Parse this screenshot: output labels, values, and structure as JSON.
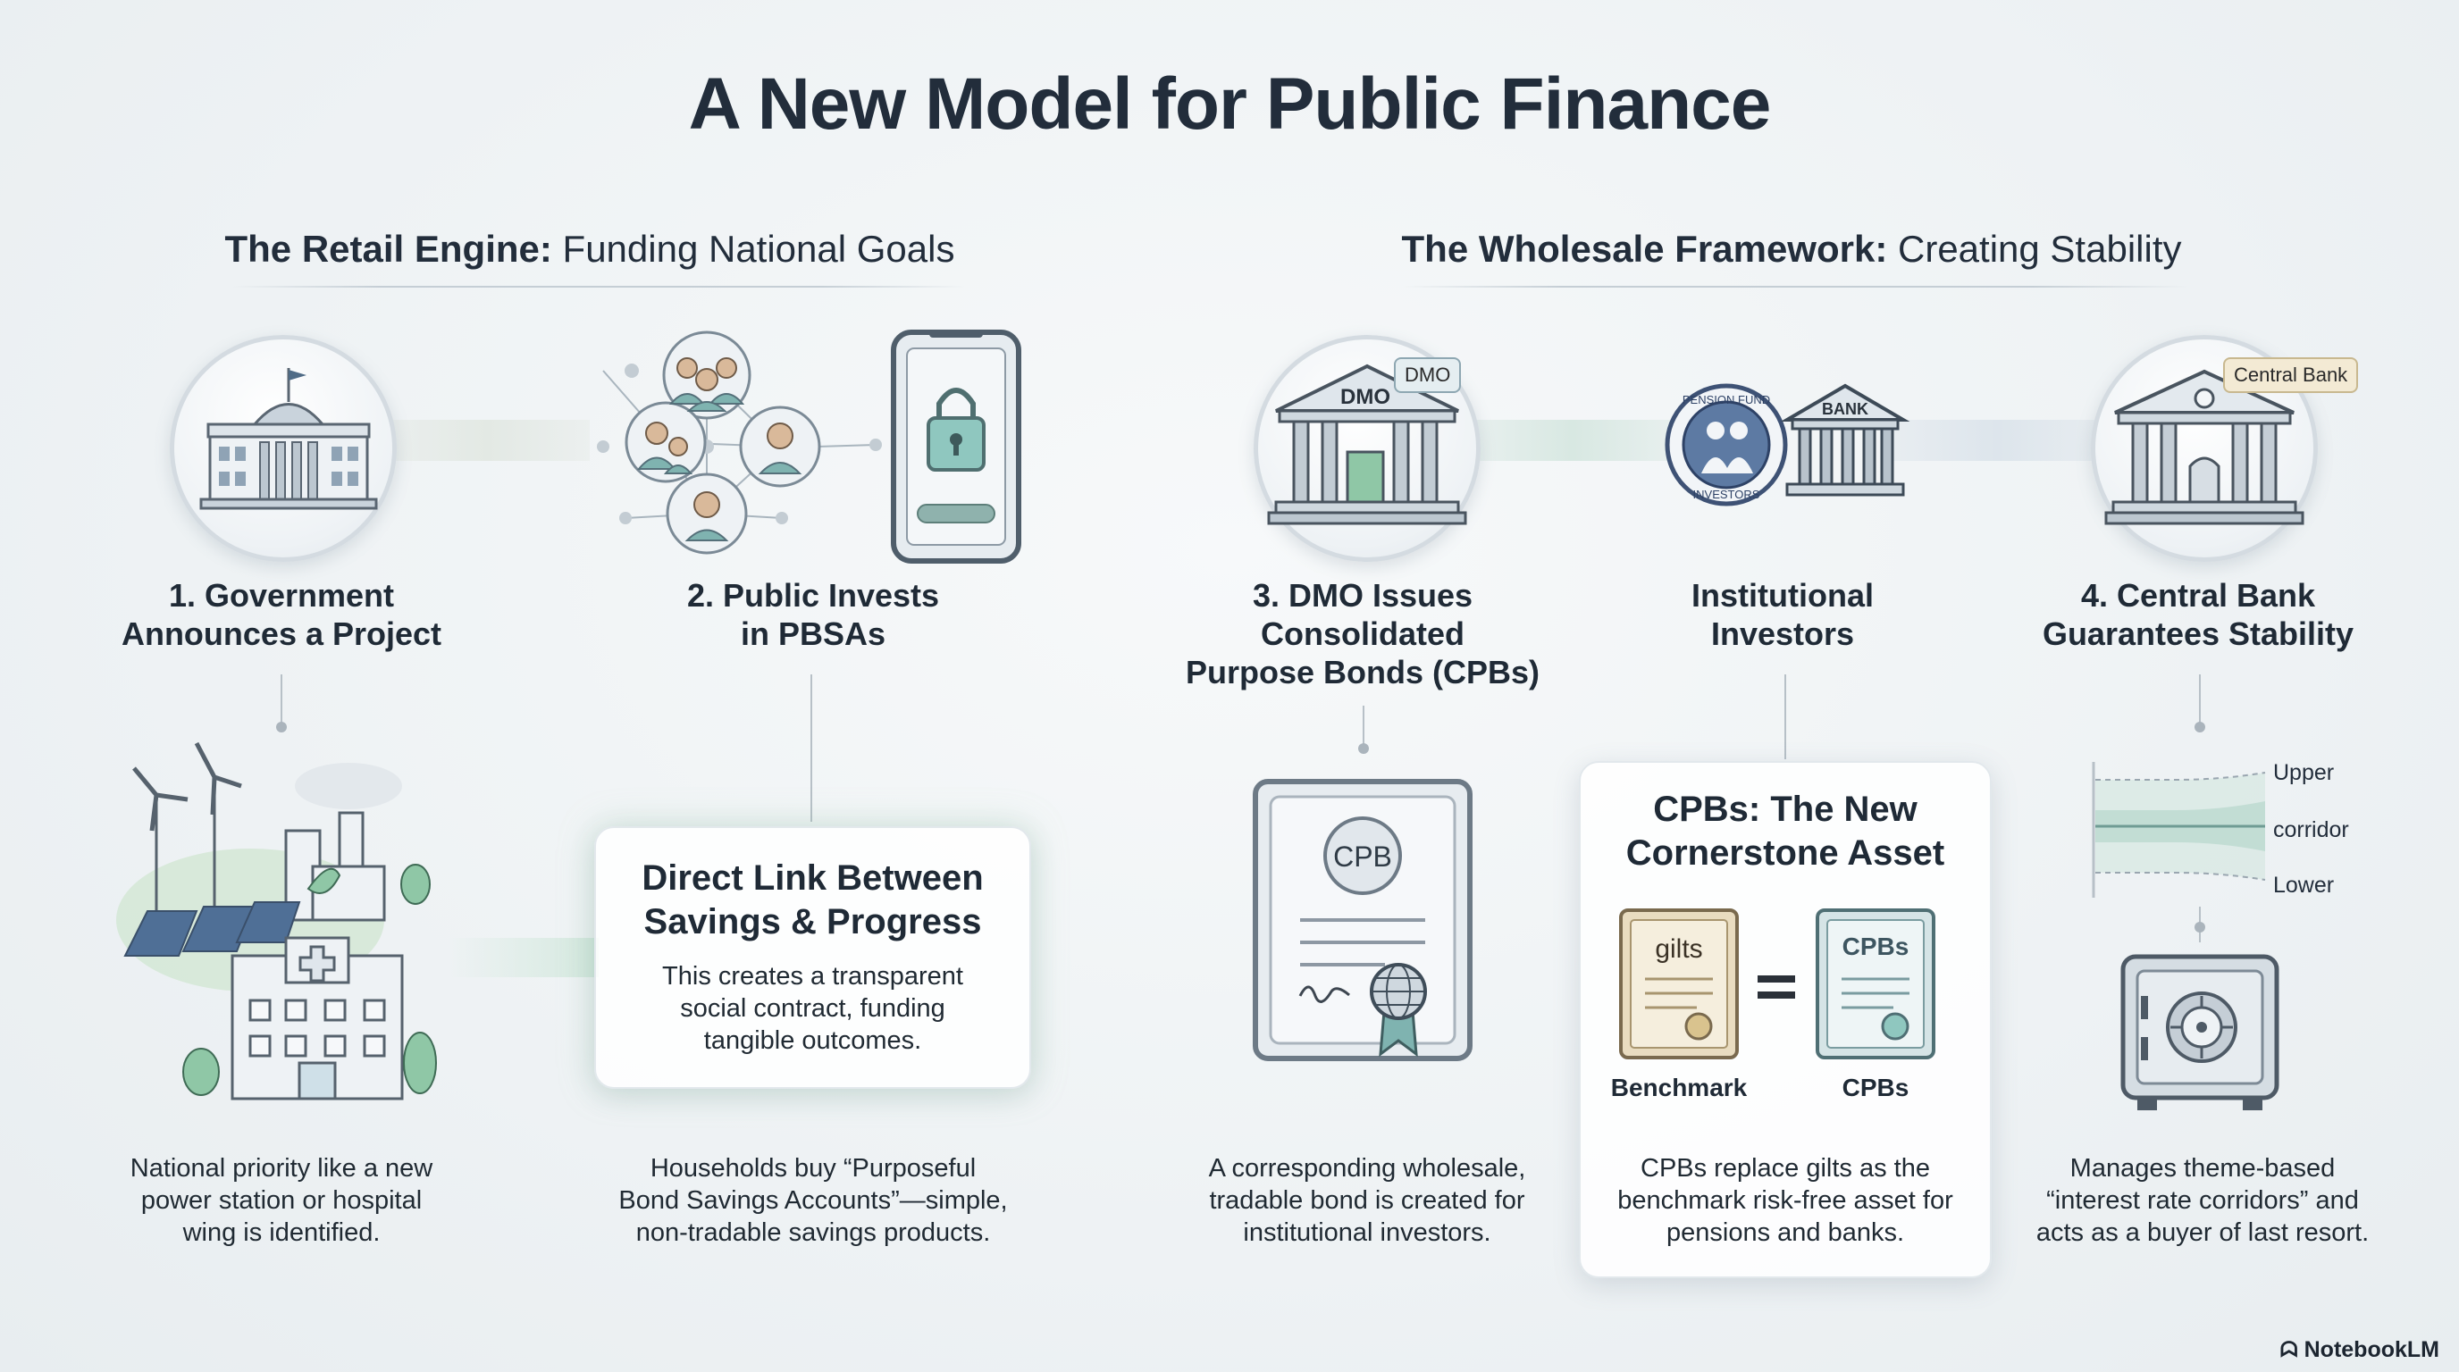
{
  "title": "A New Model for Public Finance",
  "sections": {
    "retail": {
      "bold": "The Retail Engine:",
      "rest": "Funding National Goals"
    },
    "wholesale": {
      "bold": "The Wholesale Framework:",
      "rest": "Creating Stability"
    }
  },
  "steps": {
    "s1": {
      "line1": "1. Government",
      "line2": "Announces a Project",
      "desc1": "National priority like a new",
      "desc2": "power station or hospital",
      "desc3": "wing is identified."
    },
    "s2": {
      "line1": "2. Public Invests",
      "line2": "in PBSAs",
      "desc1": "Households buy “Purposeful",
      "desc2": "Bond Savings Accounts”—simple,",
      "desc3": "non-tradable savings products."
    },
    "s3": {
      "line1": "3. DMO Issues",
      "line2": "Consolidated",
      "line3": "Purpose Bonds (CPBs)",
      "desc1": "A corresponding wholesale,",
      "desc2": "tradable bond is created for",
      "desc3": "institutional investors."
    },
    "inst": {
      "line1": "Institutional",
      "line2": "Investors",
      "desc1": "CPBs replace gilts as the",
      "desc2": "benchmark risk-free asset for",
      "desc3": "pensions and banks."
    },
    "s4": {
      "line1": "4. Central Bank",
      "line2": "Guarantees Stability",
      "desc1": "Manages theme-based",
      "desc2": "“interest rate corridors” and",
      "desc3": "acts as a buyer of last resort."
    }
  },
  "cards": {
    "link": {
      "title1": "Direct Link Between",
      "title2": "Savings & Progress",
      "body1": "This creates a transparent",
      "body2": "social contract, funding",
      "body3": "tangible outcomes."
    },
    "cornerstone": {
      "title1": "CPBs: The New",
      "title2": "Cornerstone Asset",
      "gilts": "gilts",
      "cpbs_doc": "CPBs",
      "equals": "=",
      "left_label": "Benchmark",
      "right_label": "CPBs"
    }
  },
  "labels": {
    "dmo_building": "DMO",
    "dmo_tag": "DMO",
    "bank_building": "BANK",
    "pension_seal_top": "PENSION FUND",
    "pension_seal_bottom": "INVESTORS",
    "central_bank_tag": "Central Bank",
    "cpb_seal": "CPB",
    "corridor_upper": "Upper",
    "corridor_mid": "corridor",
    "corridor_lower": "Lower"
  },
  "colors": {
    "accent_green": "#8fc7a6",
    "accent_teal": "#7fb3b0",
    "tag_gold": "#f3ead4",
    "text_dark": "#1f2a36"
  },
  "brand": "NotebookLM"
}
